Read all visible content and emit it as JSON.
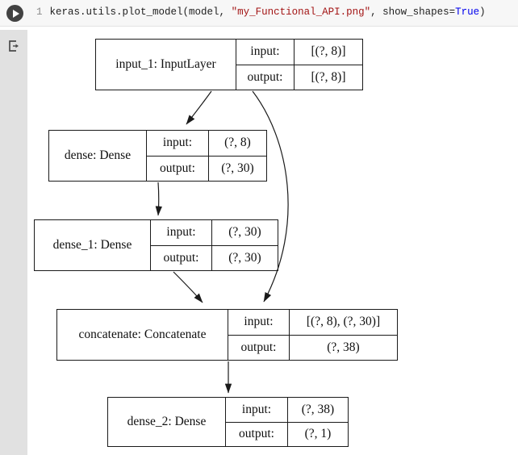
{
  "code_cell": {
    "line_number": "1",
    "tokens": [
      {
        "text": "keras.utils.plot_model(model, ",
        "type": "plain"
      },
      {
        "text": "\"my_Functional_API.png\"",
        "type": "string"
      },
      {
        "text": ", show_shapes=",
        "type": "plain"
      },
      {
        "text": "True",
        "type": "keyword"
      },
      {
        "text": ")",
        "type": "plain"
      }
    ]
  },
  "icons": {
    "run_button": "play-icon",
    "output_marker": "cell-output-icon"
  },
  "colors": {
    "cell_background": "#f7f7f7",
    "gutter_background": "#e1e1e1",
    "run_button": "#424242",
    "code_string": "#a31515",
    "code_keyword": "#0000ee",
    "node_border": "#1a1a1a"
  },
  "diagram": {
    "io_labels": {
      "input": "input:",
      "output": "output:"
    },
    "nodes": [
      {
        "id": "input_1",
        "title": "input_1: InputLayer",
        "input": "[(?, 8)]",
        "output": "[(?, 8)]"
      },
      {
        "id": "dense",
        "title": "dense: Dense",
        "input": "(?, 8)",
        "output": "(?, 30)"
      },
      {
        "id": "dense_1",
        "title": "dense_1: Dense",
        "input": "(?, 30)",
        "output": "(?, 30)"
      },
      {
        "id": "concatenate",
        "title": "concatenate: Concatenate",
        "input": "[(?, 8), (?, 30)]",
        "output": "(?, 38)"
      },
      {
        "id": "dense_2",
        "title": "dense_2: Dense",
        "input": "(?, 38)",
        "output": "(?, 1)"
      }
    ],
    "edges": [
      {
        "from": "input_1",
        "to": "dense"
      },
      {
        "from": "input_1",
        "to": "concatenate"
      },
      {
        "from": "dense",
        "to": "dense_1"
      },
      {
        "from": "dense_1",
        "to": "concatenate"
      },
      {
        "from": "concatenate",
        "to": "dense_2"
      }
    ]
  }
}
